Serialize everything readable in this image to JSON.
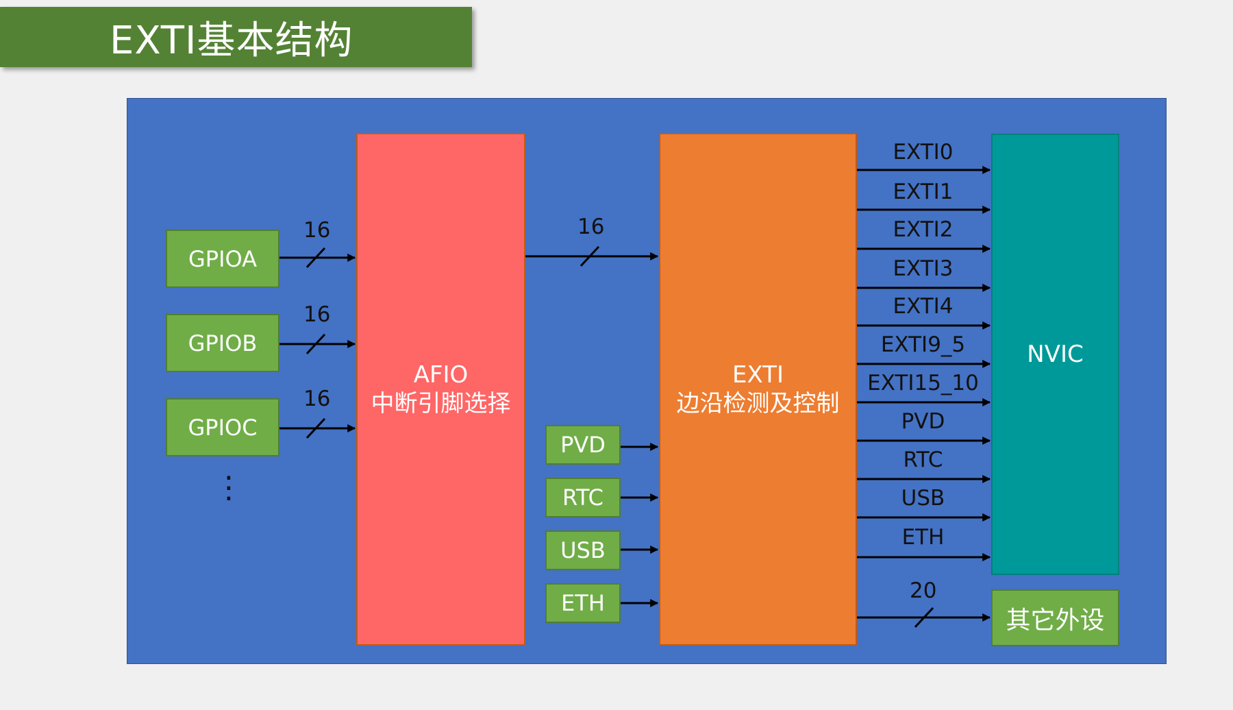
{
  "title": "EXTI基本结构",
  "gpio": [
    "GPIOA",
    "GPIOB",
    "GPIOC"
  ],
  "gpio_width": "16",
  "ellipsis": "⋮",
  "afio": {
    "line1": "AFIO",
    "line2": "中断引脚选择"
  },
  "afio_width": "16",
  "exti": {
    "line1": "EXTI",
    "line2": "边沿检测及控制"
  },
  "periph_inputs": [
    "PVD",
    "RTC",
    "USB",
    "ETH"
  ],
  "outputs": [
    "EXTI0",
    "EXTI1",
    "EXTI2",
    "EXTI3",
    "EXTI4",
    "EXTI9_5",
    "EXTI15_10",
    "PVD",
    "RTC",
    "USB",
    "ETH"
  ],
  "nvic": "NVIC",
  "other_width": "20",
  "other": "其它外设",
  "colors": {
    "background": "#f0f0f0",
    "title_bar": "#548235",
    "panel": "#4472c4",
    "gpio_box": "#70ad47",
    "afio_box": "#ff6666",
    "exti_box": "#ed7d31",
    "nvic_box": "#009999",
    "wire": "#000000"
  }
}
